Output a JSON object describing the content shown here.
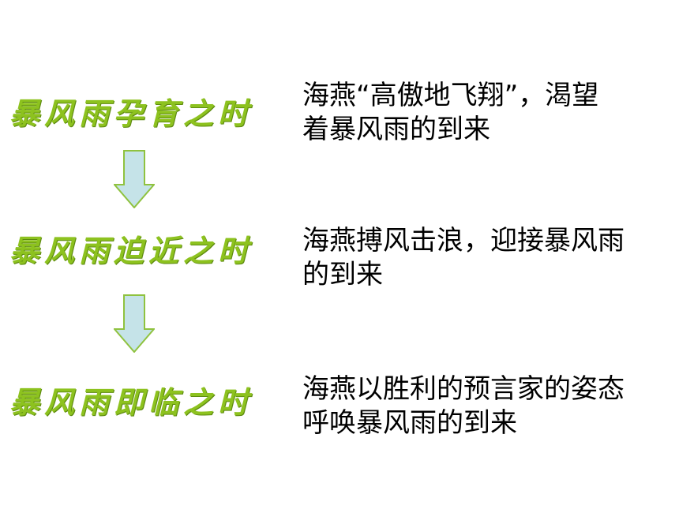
{
  "stages": [
    {
      "label": "暴风雨孕育之时",
      "desc_lines": [
        "海燕“高傲地飞翔”，渴望",
        "着暴风雨的到来"
      ]
    },
    {
      "label": "暴风雨迫近之时",
      "desc_lines": [
        "海燕搏风击浪，迎接暴风雨",
        "的到来"
      ]
    },
    {
      "label": "暴风雨即临之时",
      "desc_lines": [
        "海燕以胜利的预言家的姿态",
        "呼唤暴风雨的到来"
      ]
    }
  ],
  "colors": {
    "label": "#8dc21f",
    "arrow_fill": "#c5e3e8",
    "arrow_stroke": "#8fc23f",
    "text": "#000000"
  }
}
